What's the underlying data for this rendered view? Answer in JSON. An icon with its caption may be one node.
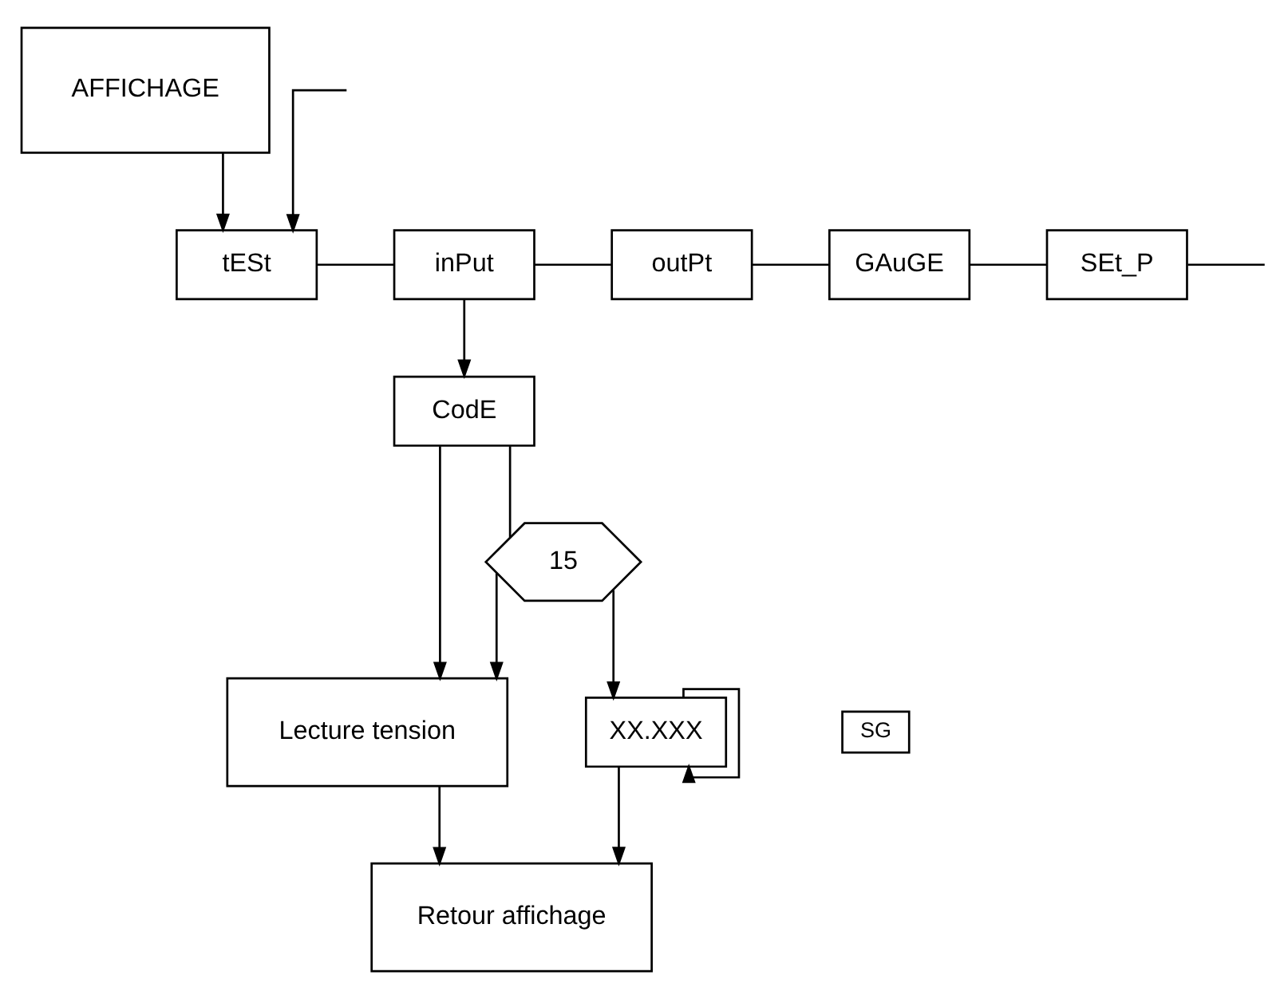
{
  "diagram": {
    "nodes": [
      {
        "text": [
          "AFFICHAGE"
        ]
      },
      {
        "text": [
          "tESt"
        ]
      },
      {
        "text": [
          "inPut"
        ]
      },
      {
        "text": [
          "outPt"
        ]
      },
      {
        "text": [
          "GAuGE"
        ]
      },
      {
        "text": [
          "SEt_P"
        ]
      },
      {
        "text": [
          "CodE"
        ]
      },
      {
        "text": [
          "15"
        ]
      },
      {
        "text": [
          "Lecture tension"
        ]
      },
      {
        "text": [
          "XX.XXX"
        ]
      },
      {
        "text": [
          "SG"
        ]
      },
      {
        "text": [
          "Retour affichage"
        ]
      }
    ],
    "edges": [
      {
        "from": 0,
        "to": 1,
        "arrow": "to"
      },
      {
        "from": 1,
        "to": 2,
        "arrow": "none"
      },
      {
        "from": 2,
        "to": 3,
        "arrow": "none"
      },
      {
        "from": 3,
        "to": 4,
        "arrow": "none"
      },
      {
        "from": 4,
        "to": 5,
        "arrow": "none"
      },
      {
        "from": 5,
        "to": null,
        "arrow": "none"
      },
      {
        "from": null,
        "to": 1,
        "arrow": "to"
      },
      {
        "from": 2,
        "to": 6,
        "arrow": "to"
      },
      {
        "from": 6,
        "to": 7,
        "arrow": "none"
      },
      {
        "from": 6,
        "to": 8,
        "arrow": "to"
      },
      {
        "from": 7,
        "to": 8,
        "arrow": "to"
      },
      {
        "from": 7,
        "to": 9,
        "arrow": "to"
      },
      {
        "from": 9,
        "to": 9,
        "arrow": "to"
      },
      {
        "from": 8,
        "to": 11,
        "arrow": "to"
      },
      {
        "from": 9,
        "to": 11,
        "arrow": "to"
      }
    ]
  }
}
